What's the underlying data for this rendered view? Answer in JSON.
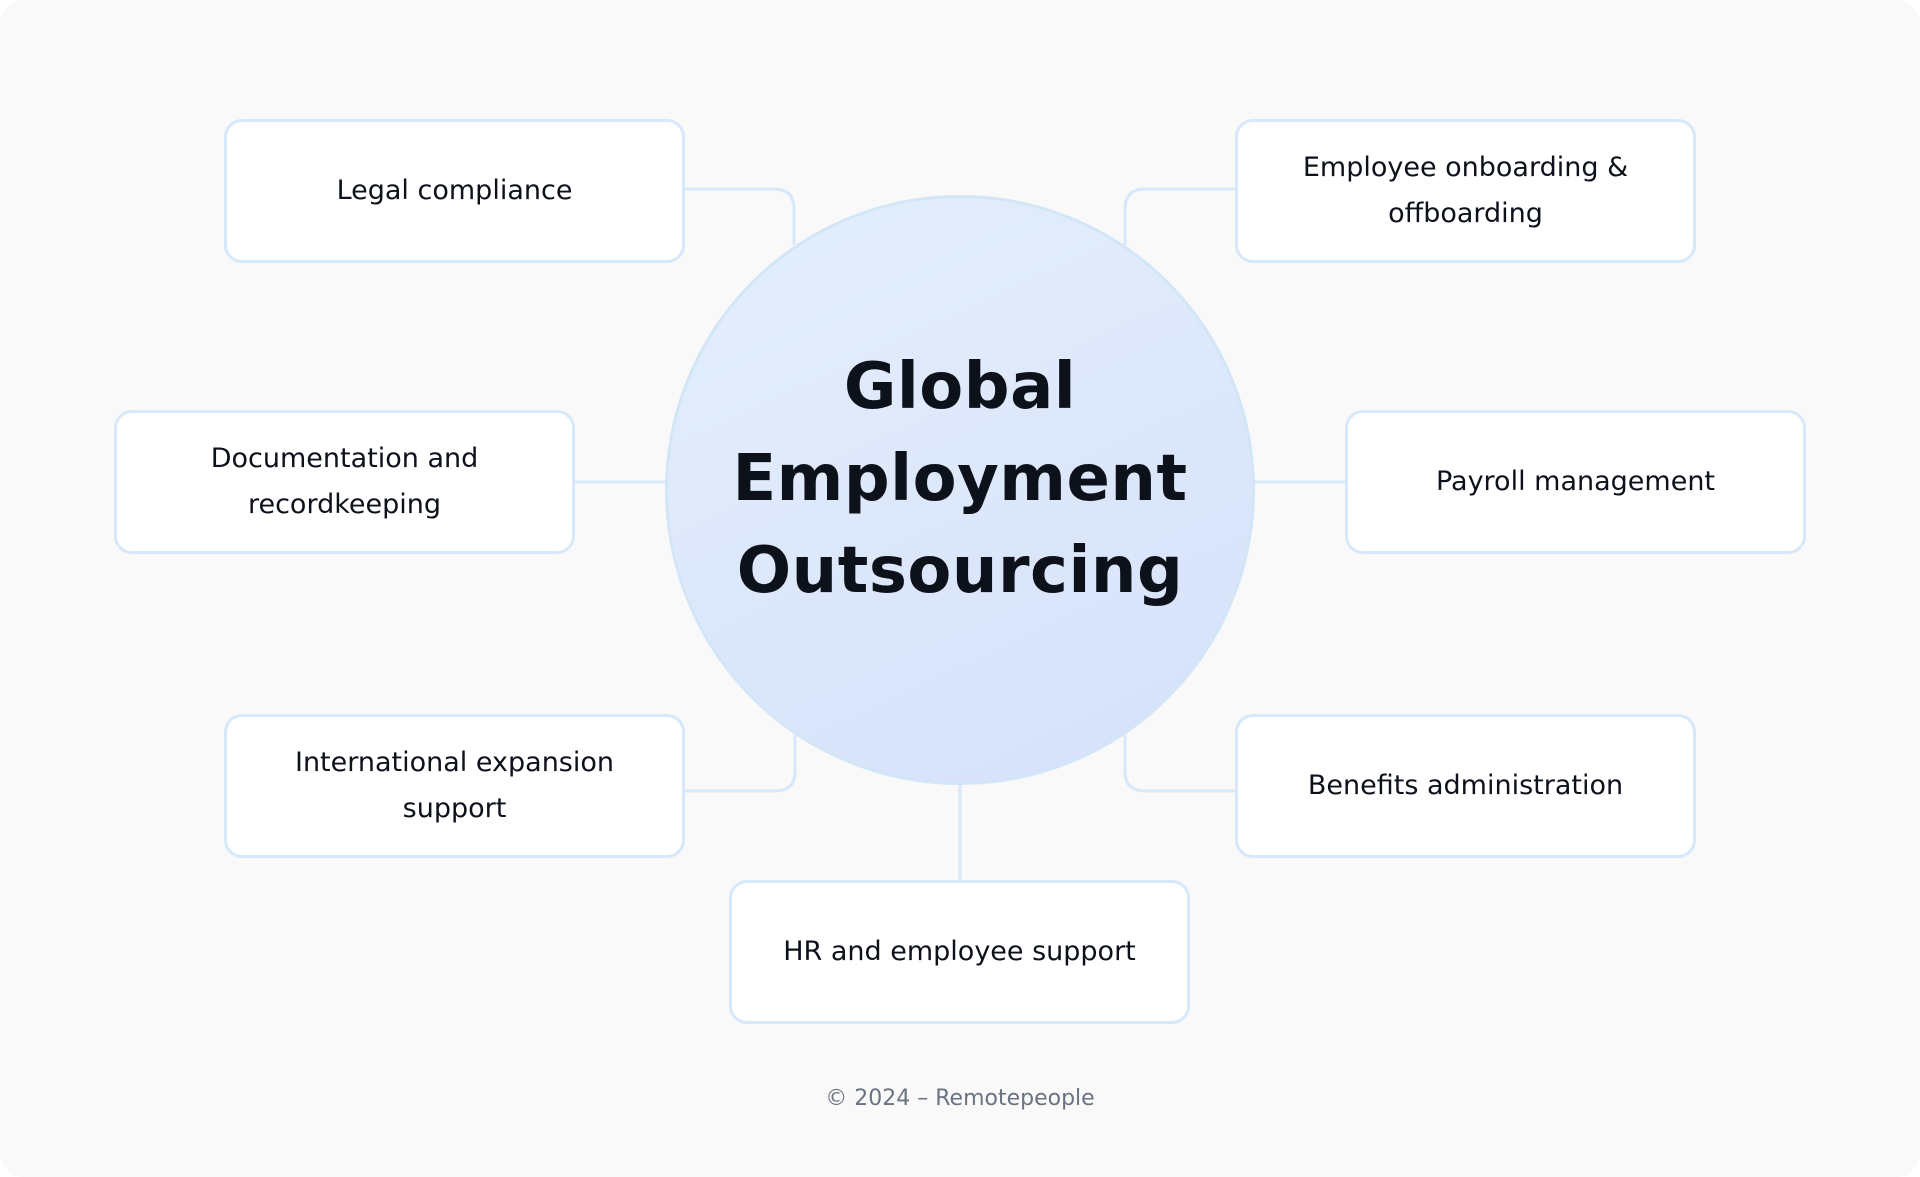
{
  "diagram": {
    "title_lines": [
      "Global",
      "Employment",
      "Outsourcing"
    ],
    "nodes": [
      {
        "id": "legal",
        "label": "Legal compliance"
      },
      {
        "id": "onboarding",
        "label": "Employee onboarding & offboarding"
      },
      {
        "id": "documentation",
        "label": "Documentation and recordkeeping"
      },
      {
        "id": "payroll",
        "label": "Payroll management"
      },
      {
        "id": "international",
        "label": "International expansion support"
      },
      {
        "id": "benefits",
        "label": "Benefits administration"
      },
      {
        "id": "hr",
        "label": "HR and employee support"
      }
    ]
  },
  "footer": {
    "text": "© 2024 – Remotepeople"
  },
  "colors": {
    "background": "#f9f9f9",
    "node_border": "#d6e8fa",
    "connector": "#d6e8fa",
    "hub_gradient_start": "#e4effb",
    "hub_gradient_end": "#d6e0fb",
    "text": "#0d111a",
    "footer_text": "#6b7280"
  }
}
